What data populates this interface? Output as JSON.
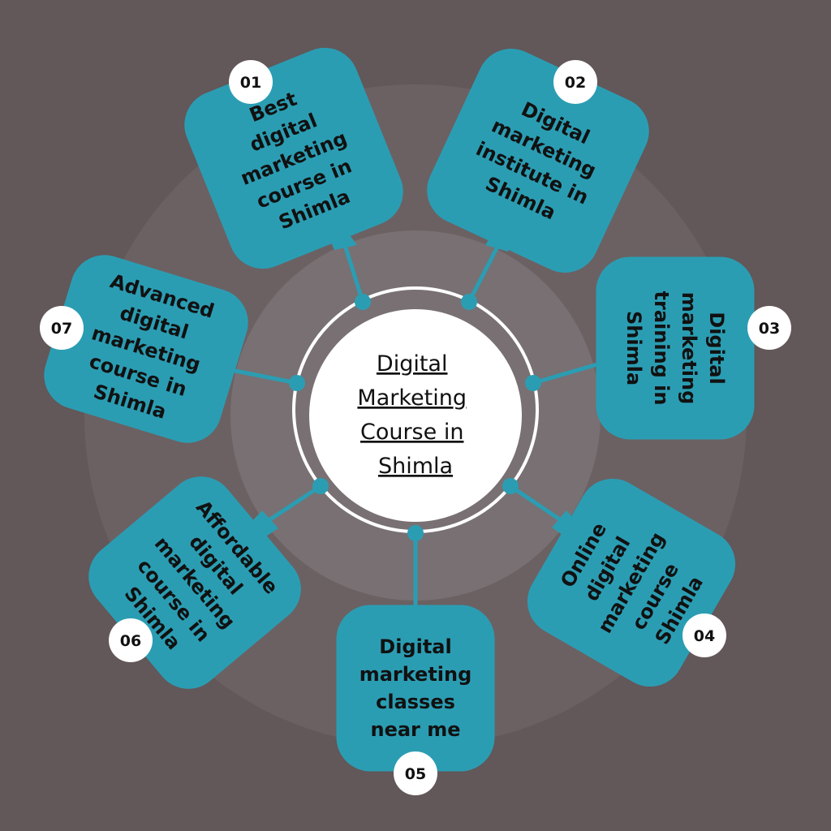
{
  "colors": {
    "background": "#625759",
    "ring_outer": "#6b6163",
    "ring_inner": "#787072",
    "accent": "#2b9db3",
    "text_dark": "#111111",
    "white": "#ffffff"
  },
  "diagram": {
    "center_title": [
      "Digital",
      "Marketing",
      "Course in",
      "Shimla"
    ],
    "items": [
      {
        "number": "01",
        "lines": [
          "Best",
          "digital",
          "marketing",
          "course in",
          "Shimla"
        ]
      },
      {
        "number": "02",
        "lines": [
          "Digital",
          "marketing",
          "institute in",
          "Shimla"
        ]
      },
      {
        "number": "03",
        "lines": [
          "Digital",
          "marketing",
          "training in",
          "Shimla"
        ]
      },
      {
        "number": "04",
        "lines": [
          "Online",
          "digital",
          "marketing",
          "course",
          "Shimla"
        ]
      },
      {
        "number": "05",
        "lines": [
          "Digital",
          "marketing",
          "classes",
          "near me"
        ]
      },
      {
        "number": "06",
        "lines": [
          "Affordable",
          "digital",
          "marketing",
          "course in",
          "Shimla"
        ]
      },
      {
        "number": "07",
        "lines": [
          "Advanced",
          "digital",
          "marketing",
          "course in",
          "Shimla"
        ]
      }
    ]
  }
}
